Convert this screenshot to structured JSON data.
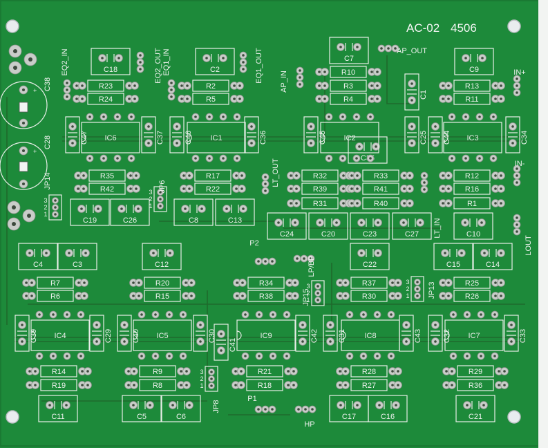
{
  "board": {
    "title": "AC-02",
    "code": "4506",
    "substrate_color": "#1d8a3a",
    "trace_color": "#1f6a2c",
    "silk_color": "#e8eee8",
    "pad_color": "#c9cdc9"
  },
  "resistors": [
    "R23",
    "R24",
    "R2",
    "R5",
    "R10",
    "R3",
    "R4",
    "R13",
    "R11",
    "R35",
    "R42",
    "R17",
    "R22",
    "R32",
    "R39",
    "R31",
    "R33",
    "R41",
    "R40",
    "R12",
    "R16",
    "R1",
    "R7",
    "R6",
    "R20",
    "R15",
    "R34",
    "R38",
    "R37",
    "R30",
    "R25",
    "R26",
    "R14",
    "R19",
    "R9",
    "R8",
    "R21",
    "R18",
    "R28",
    "R27",
    "R29",
    "R36"
  ],
  "capacitors": [
    "C18",
    "C2",
    "C7",
    "C9",
    "C1",
    "C38",
    "C28",
    "C47",
    "C37",
    "C46",
    "C36",
    "C45",
    "C35",
    "C25",
    "C44",
    "C34",
    "C19",
    "C26",
    "C8",
    "C13",
    "C24",
    "C20",
    "C23",
    "C27",
    "C10",
    "C4",
    "C3",
    "C12",
    "C22",
    "C15",
    "C14",
    "C39",
    "C29",
    "C40",
    "C41",
    "C30",
    "C42",
    "C31",
    "C43",
    "C32",
    "C33",
    "C11",
    "C5",
    "C6",
    "C17",
    "C16",
    "C21"
  ],
  "ics": [
    "IC6",
    "IC1",
    "IC2",
    "IC3",
    "IC4",
    "IC5",
    "IC9",
    "IC8",
    "IC7"
  ],
  "connectors": [
    "EQ2_IN",
    "EQ2_OUT",
    "EQ1_IN",
    "EQ1_OUT",
    "AP_IN",
    "AP_OUT",
    "IN+",
    "IN-",
    "LT_OUT",
    "LT_IN",
    "LOUT",
    "P1",
    "P2",
    "HP",
    "LP/BP"
  ],
  "jumpers": [
    "JP14",
    "JP6",
    "JP15",
    "JP13",
    "JP8"
  ],
  "pin_digits": [
    "3",
    "2",
    "1"
  ]
}
